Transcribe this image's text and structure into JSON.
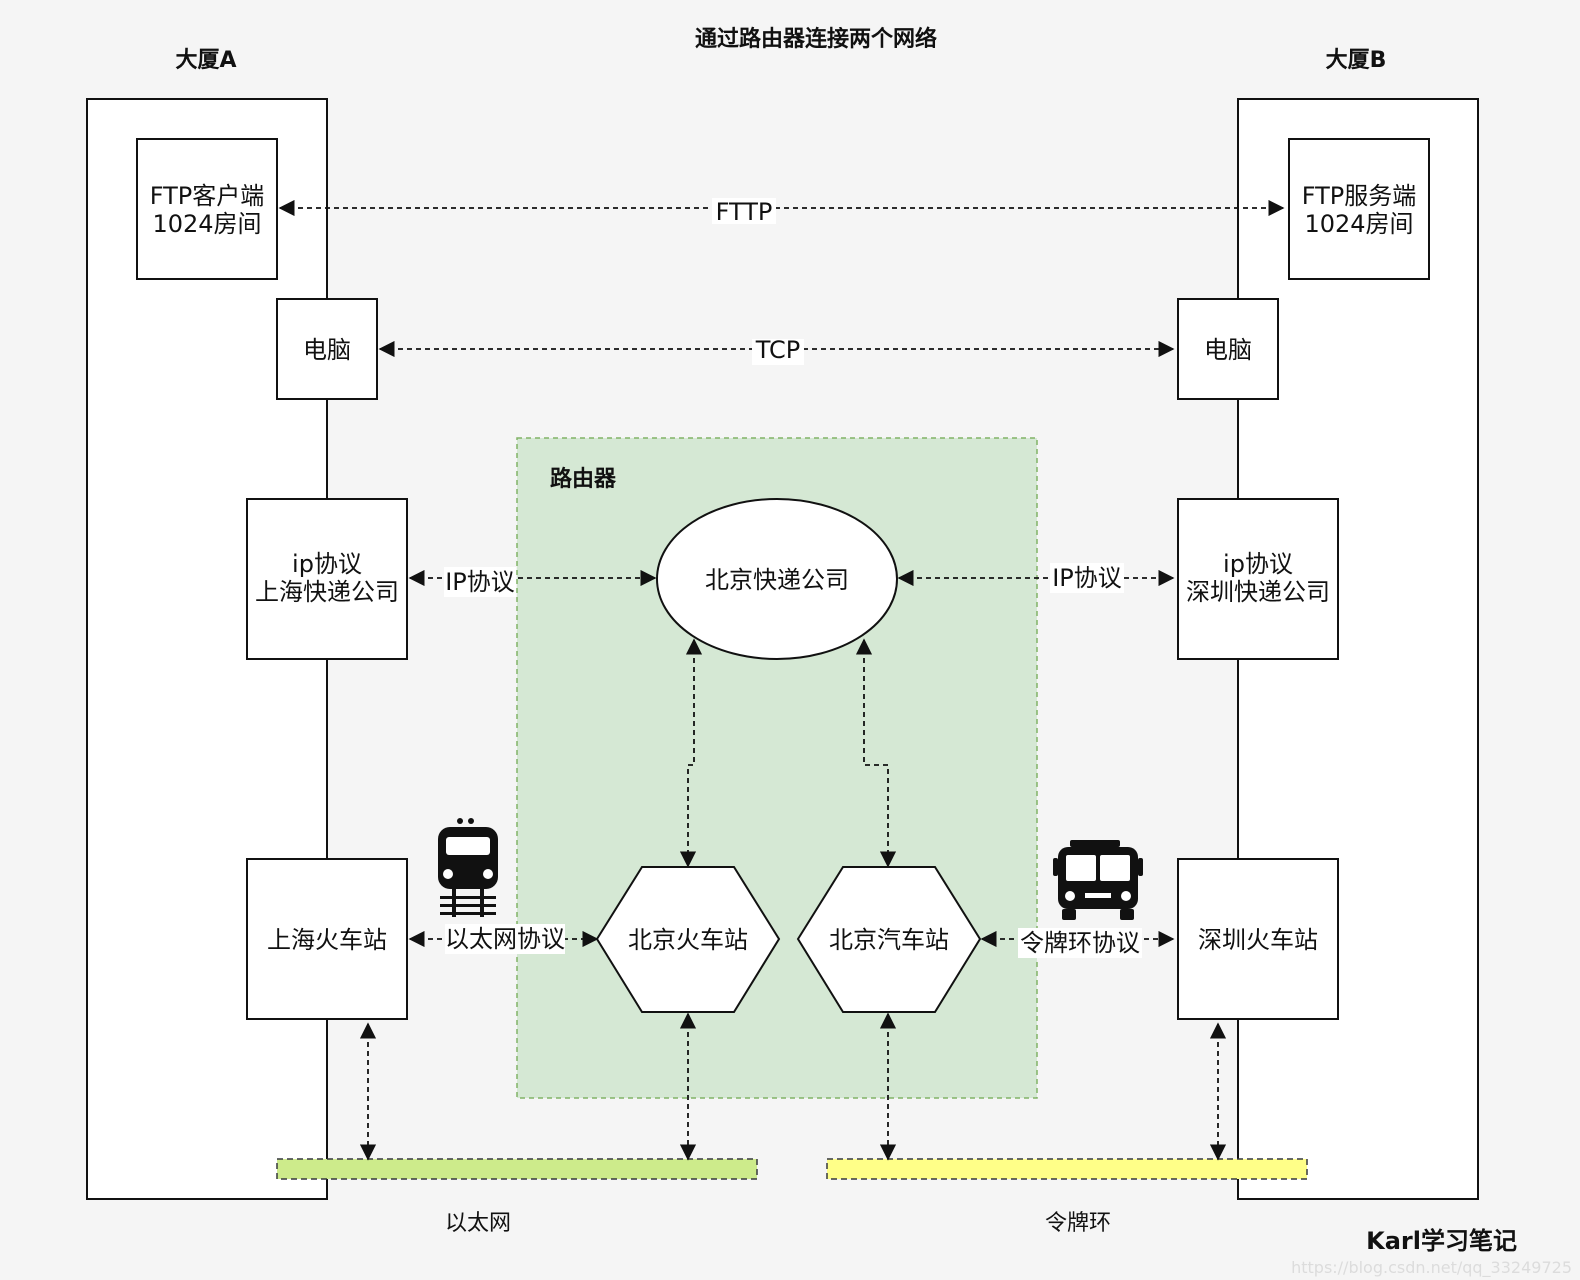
{
  "title": "通过路由器连接两个网络",
  "buildings": {
    "a": "大厦A",
    "b": "大厦B"
  },
  "router": {
    "label": "路由器"
  },
  "nodes": {
    "ftp_client": [
      "FTP客户端",
      "1024房间"
    ],
    "ftp_server": [
      "FTP服务端",
      "1024房间"
    ],
    "pc_left": "电脑",
    "pc_right": "电脑",
    "ip_left": [
      "ip协议",
      "上海快递公司"
    ],
    "ip_right": [
      "ip协议",
      "深圳快递公司"
    ],
    "beijing_express": "北京快递公司",
    "beijing_train": "北京火车站",
    "beijing_bus": "北京汽车站",
    "shanghai_train": "上海火车站",
    "shenzhen_train": "深圳火车站"
  },
  "edges": {
    "fttp": "FTTP",
    "tcp": "TCP",
    "ip_left": "IP协议",
    "ip_right": "IP协议",
    "ethernet_protocol": "以太网协议",
    "token_ring_protocol": "令牌环协议"
  },
  "networks": {
    "ethernet": "以太网",
    "token_ring": "令牌环"
  },
  "colors": {
    "router_fill": "#d5e8d4",
    "router_stroke": "#82b366",
    "ethernet_fill": "#cdeb8b",
    "ethernet_stroke": "#36393d",
    "token_ring_fill": "#ffff88",
    "token_ring_stroke": "#36393d"
  },
  "icons": {
    "train": "train-icon",
    "bus": "bus-icon"
  },
  "brand": "Karl学习笔记",
  "watermark": "https://blog.csdn.net/qq_33249725"
}
